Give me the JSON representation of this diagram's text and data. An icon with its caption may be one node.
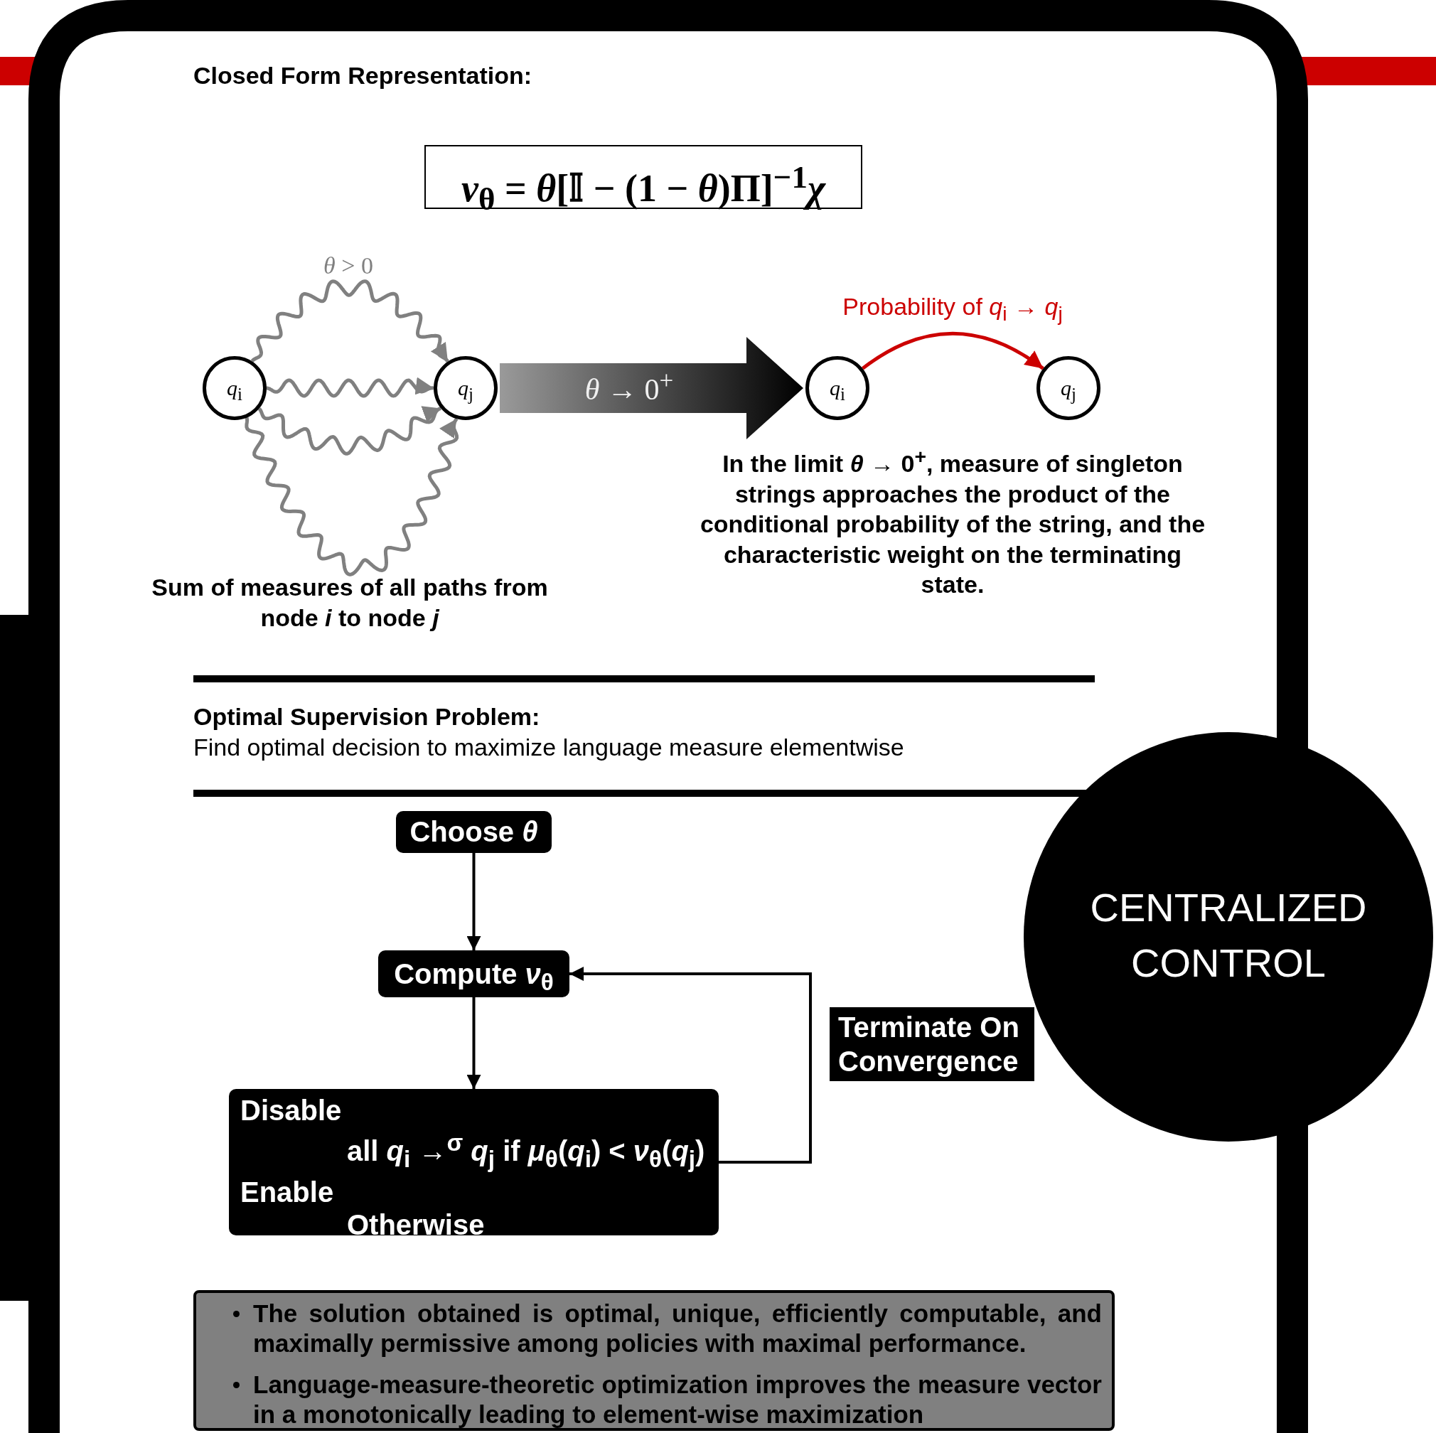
{
  "diagram": {
    "nodes": [
      {
        "text": [
          "*q*$_{i}$"
        ]
      },
      {
        "text": [
          "*q*$_{j}$"
        ]
      },
      {
        "text": [
          "*q*$_{i}$"
        ]
      },
      {
        "text": [
          "*q*$_{j}$"
        ]
      },
      {
        "text": [
          "Choose *θ*"
        ]
      },
      {
        "text": [
          "Compute *ν*$_{θ}$"
        ]
      },
      {
        "text": [
          "Disable",
          "all *q*$_{i}$ →$^{σ}$ *q*$_{j}$ if *μ*$_{θ}$(*q*$_{i}$) < *ν*$_{θ}$(*q*$_{j}$)",
          "Enable",
          "Otherwise"
        ]
      },
      {
        "text": [
          "CENTRALIZED CONTROL"
        ]
      },
      {
        "text": [
          "The solution obtained is optimal, unique, efficiently computable, and maximally permissive among policies with maximal performance.",
          "Language-measure-theoretic optimization improves the measure vector in a monotonically leading to element-wise maximization"
        ]
      }
    ],
    "edges": [
      {
        "from": 0,
        "to": 1,
        "arrow": "to",
        "label": "*θ* > 0",
        "color": "#808080"
      },
      {
        "from": 0,
        "to": 1,
        "arrow": "to",
        "color": "#808080"
      },
      {
        "from": 0,
        "to": 1,
        "arrow": "to",
        "color": "#808080"
      },
      {
        "from": 0,
        "to": 1,
        "arrow": "to",
        "color": "#808080"
      },
      {
        "from": 1,
        "to": 2,
        "arrow": "to",
        "label": "*θ* → 0$^{+}$",
        "style": "thick",
        "color": "#000000"
      },
      {
        "from": 2,
        "to": 3,
        "arrow": "to",
        "label": "Probability of *q*$_{i}$ → *q*$_{j}$",
        "color": "#cc0000"
      },
      {
        "from": 4,
        "to": 5,
        "arrow": "to",
        "color": "#000000"
      },
      {
        "from": 5,
        "to": 6,
        "arrow": "to",
        "color": "#000000"
      },
      {
        "from": 6,
        "to": 5,
        "arrow": "to",
        "label": "Terminate On Convergence",
        "color": "#000000"
      }
    ],
    "labels": [
      "Closed Form Representation:",
      "*ν*$_{θ}$ = *θ*[𝕀 − (1 − *θ*)Π]$^{−1}$*χ*",
      "Sum of measures of all paths from node *i* to node *j*",
      "In the limit *θ* → 0$^{+}$, measure of singleton strings approaches the product of the conditional probability of the string, and the characteristic weight on the terminating state.",
      "Optimal Supervision Problem:",
      "Find optimal decision to maximize language measure elementwise"
    ]
  }
}
